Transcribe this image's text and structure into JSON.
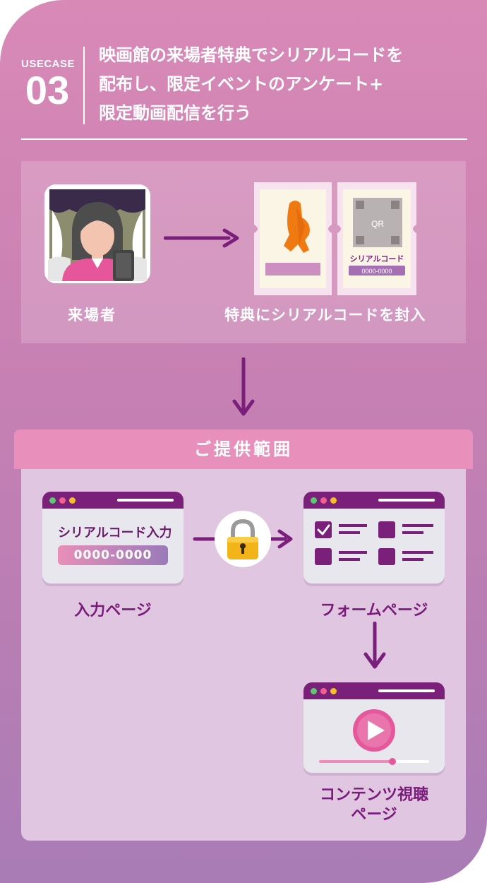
{
  "header": {
    "usecase_label": "USECASE",
    "usecase_number": "03",
    "title_lines": [
      "映画館の来場者特典でシリアルコードを",
      "配布し、限定イベントのアンケート+",
      "限定動画配信を行う"
    ]
  },
  "flow_top": {
    "visitor_caption": "来場者",
    "bonus_caption": "特典にシリアルコードを封入",
    "ticket_qr_label": "QR",
    "ticket_serial_label": "シリアルコード",
    "ticket_code": "0000-0000"
  },
  "scope": {
    "header": "ご提供範囲",
    "input_page": {
      "label": "シリアルコード入力",
      "code": "0000-0000",
      "caption": "入力ページ"
    },
    "form_page": {
      "caption": "フォームページ"
    },
    "content_page": {
      "caption_lines": [
        "コンテンツ視聴",
        "ページ"
      ]
    }
  },
  "colors": {
    "brand_purple": "#7a1f7a",
    "pink": "#e98fbc",
    "lock_gold": "#f2b418",
    "window_bg": "#e9e7ee"
  },
  "icons": [
    "visitor-icon",
    "ticket-icon",
    "qr-icon",
    "lock-icon",
    "checkbox-icon",
    "play-icon",
    "arrow-icon"
  ]
}
